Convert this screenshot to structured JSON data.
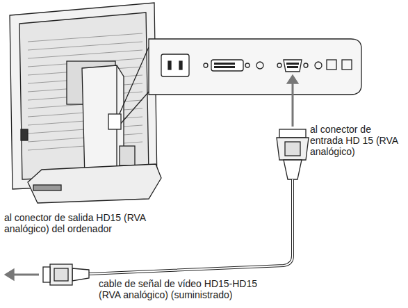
{
  "diagram": {
    "labels": [
      "al conector de entrada HD 15 (RVA analógico)",
      "al conector de salida HD15 (RVA analógico) del ordenador",
      "cable de señal de vídeo HD15-HD15 (RVA analógico) (suministrado)"
    ]
  }
}
